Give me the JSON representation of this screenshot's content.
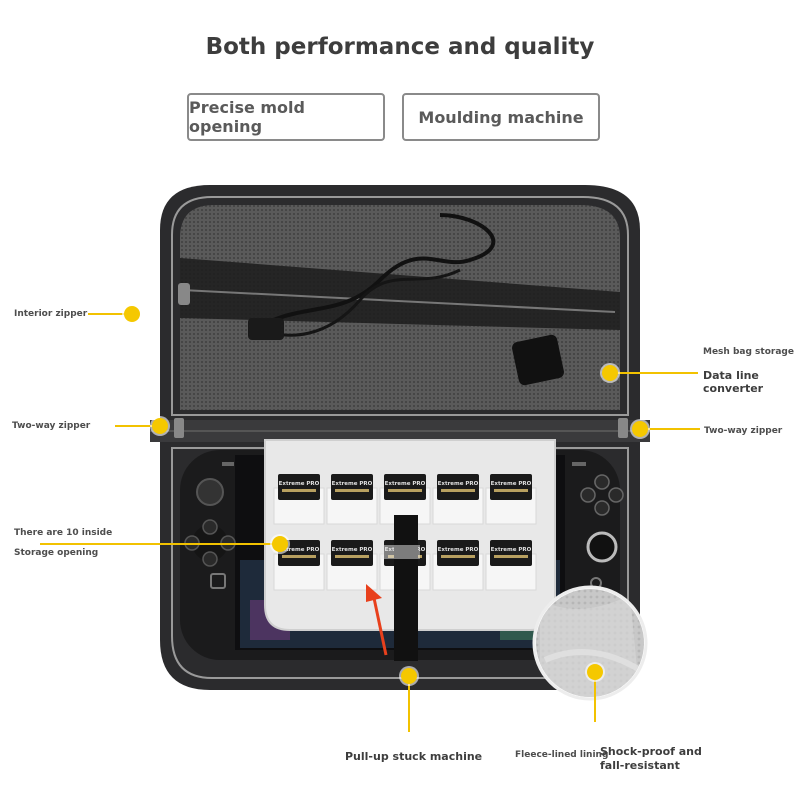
{
  "header": {
    "title": "Both performance and quality",
    "tags": [
      "Precise mold opening",
      "Moulding machine"
    ]
  },
  "callouts": {
    "interior_zipper": "Interior zipper",
    "mesh_bag_storage": "Mesh bag storage",
    "data_line_converter": "Data line\nconverter",
    "two_way_zipper_left": "Two-way zipper",
    "two_way_zipper_right": "Two-way zipper",
    "ten_inside": "There are 10 inside",
    "storage_opening": "Storage opening",
    "pull_up": "Pull-up stuck machine",
    "fleece": "Fleece-lined lining",
    "shock_proof": "Shock-proof and\nfall-resistant"
  },
  "card_label": {
    "brand": "Extreme PRO",
    "count": 10
  },
  "colors": {
    "accent": "#f5c800",
    "case_shell": "#2b2b2d",
    "lining": "#cfcfcf",
    "arrow": "#e8401c"
  }
}
